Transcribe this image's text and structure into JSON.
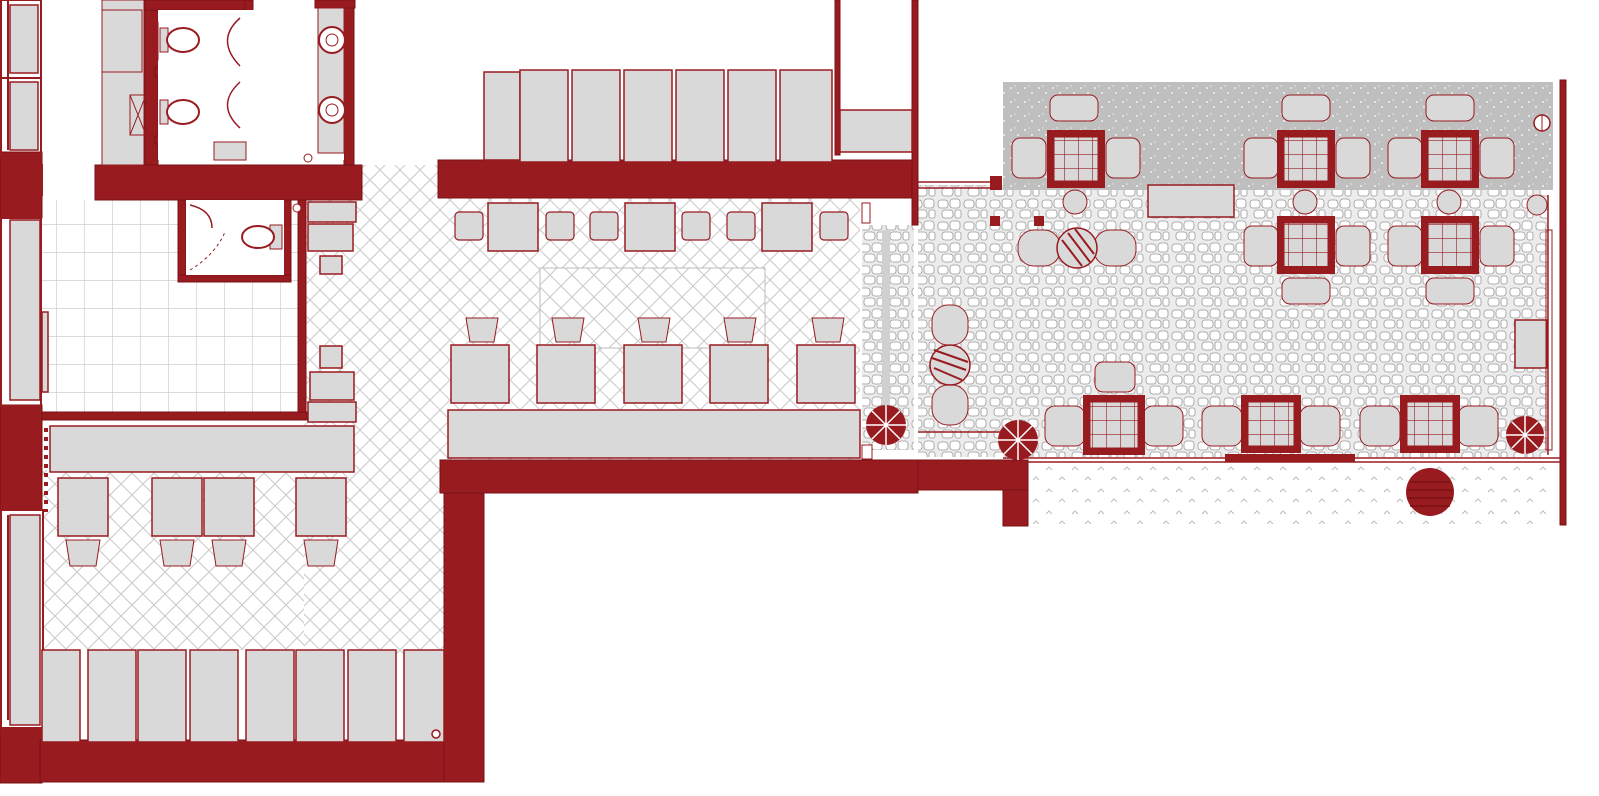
{
  "colors": {
    "wall": "#981b20",
    "wall_stroke": "#7a1216",
    "furniture_fill": "#d9d9d9",
    "furniture_stroke": "#981b20",
    "terrace_gravel": "#bdbdbd",
    "floor_line": "#c8c8c8",
    "background": "#ffffff"
  },
  "plan": {
    "kind": "restaurant-floor-plan",
    "zones": [
      {
        "id": "restrooms",
        "fixtures": [
          "toilet",
          "toilet",
          "sink",
          "sink",
          "toilet"
        ]
      },
      {
        "id": "kitchen-tiled-room"
      },
      {
        "id": "dining-lower-left",
        "tables": 4
      },
      {
        "id": "dining-main",
        "tables": 5
      },
      {
        "id": "banquette-row-top",
        "tables": 3
      },
      {
        "id": "terrace-cobblestone",
        "tables": 8
      },
      {
        "id": "terrace-gravel-strip"
      },
      {
        "id": "sidewalk-dotted"
      }
    ],
    "plants": 3
  }
}
